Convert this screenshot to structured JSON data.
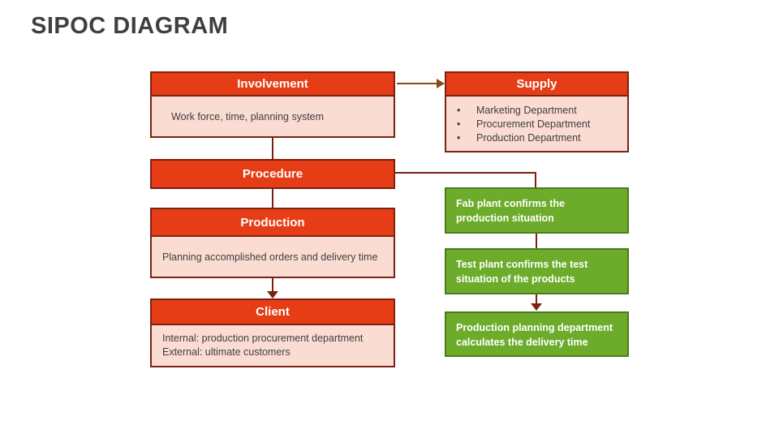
{
  "title": "SIPOC DIAGRAM",
  "colors": {
    "header_fill": "#E73D16",
    "box_border": "#7A2310",
    "body_fill": "#FADCD2",
    "body_text": "#3F3F3F",
    "green_fill": "#6CAC2A",
    "green_border": "#4E7A1C",
    "connector_red": "#7B2110",
    "arrow_brown": "#8B4A10",
    "title_color": "#3F3F3F"
  },
  "left_column": {
    "involvement": {
      "header": "Involvement",
      "body": "Work force, time, planning system"
    },
    "procedure": {
      "header": "Procedure"
    },
    "production": {
      "header": "Production",
      "body": "Planning accomplished orders and delivery time"
    },
    "client": {
      "header": "Client",
      "body_line1": "Internal: production procurement department",
      "body_line2": "External: ultimate customers"
    }
  },
  "right_column": {
    "supply": {
      "header": "Supply",
      "items": [
        "Marketing Department",
        "Procurement Department",
        "Production Department"
      ]
    },
    "steps": [
      "Fab plant confirms the production situation",
      "Test plant confirms the test situation of the products",
      "Production planning department calculates the delivery time"
    ]
  }
}
